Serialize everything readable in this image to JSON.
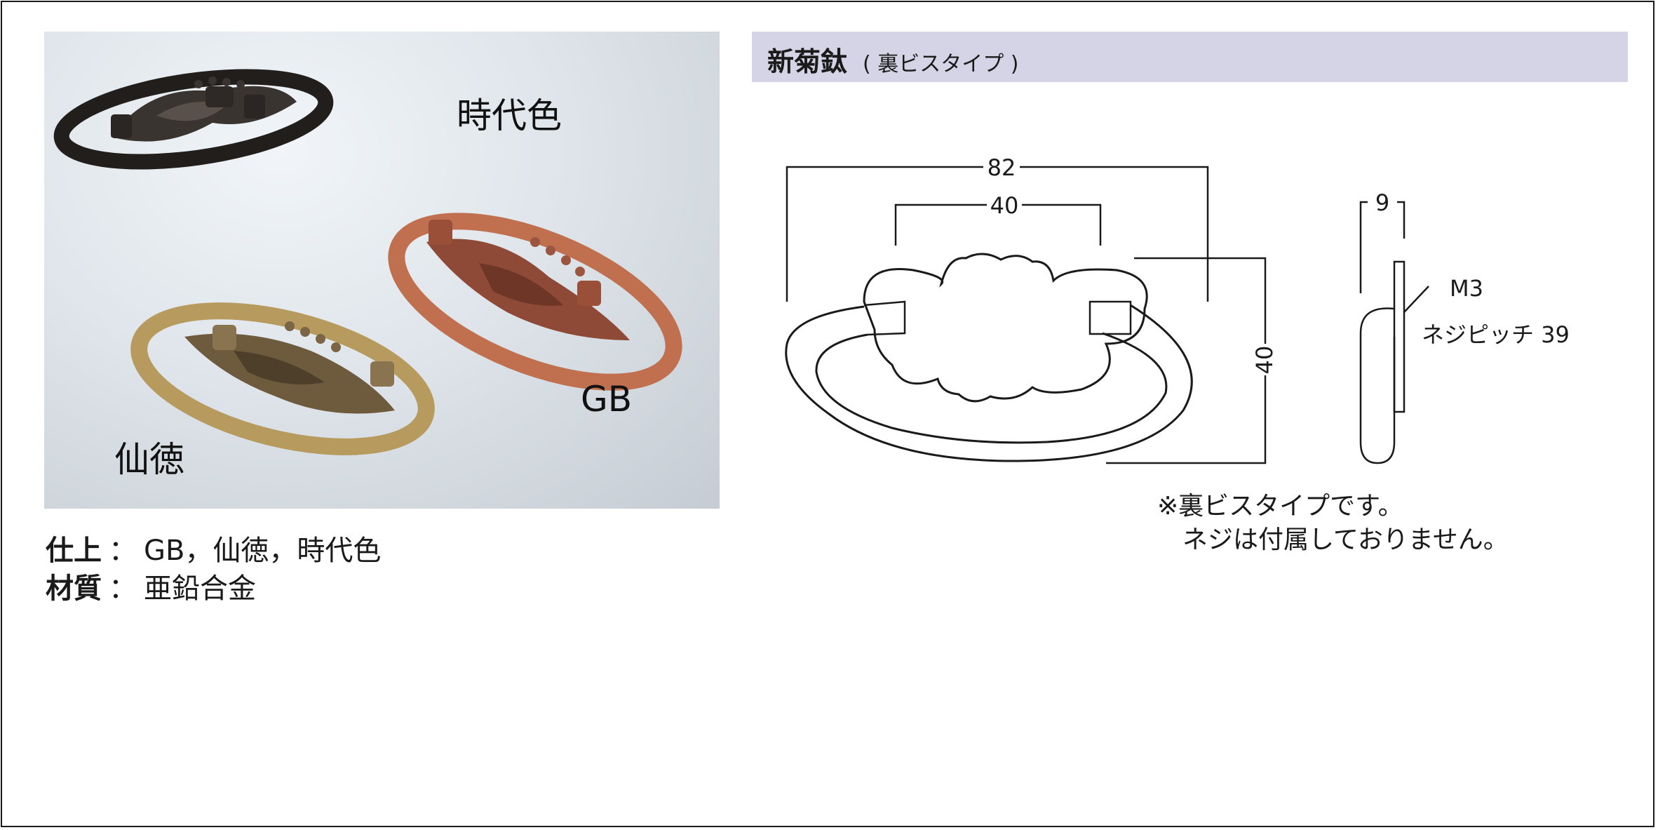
{
  "photo": {
    "labels": {
      "jidaishoku": "時代色",
      "gb": "GB",
      "sentoku": "仙徳"
    }
  },
  "specs": [
    {
      "key": "仕上",
      "sep": "：",
      "value": "GB，仙徳，時代色"
    },
    {
      "key": "材質",
      "sep": "：",
      "value": "亜鉛合金"
    }
  ],
  "header": {
    "title": "新菊鈦",
    "subtitle": "( 裏ビスタイプ )"
  },
  "dimensions": {
    "overall_width": "82",
    "pitch": "40",
    "height": "40",
    "depth": "9",
    "screw": "M3",
    "screw_pitch": "ネジピッチ 39"
  },
  "note": {
    "line1": "※裏ビスタイプです。",
    "line2": "ネジは付属しておりません。"
  },
  "colors": {
    "header_bg": "#d5d3e6",
    "finish_jidaishoku": "#2b2624",
    "finish_gb": "#b4634a",
    "finish_sentoku": "#a88a52"
  }
}
